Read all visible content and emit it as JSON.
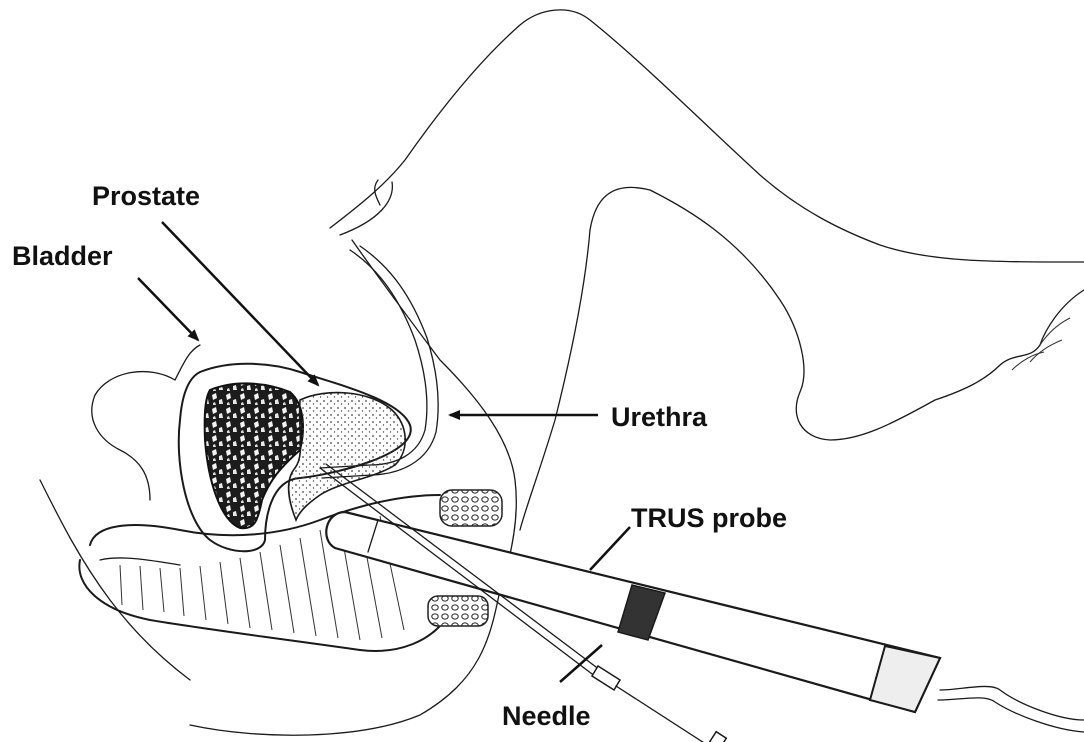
{
  "diagram": {
    "labels": {
      "prostate": "Prostate",
      "bladder": "Bladder",
      "urethra": "Urethra",
      "trus_probe": "TRUS probe",
      "needle": "Needle"
    }
  }
}
